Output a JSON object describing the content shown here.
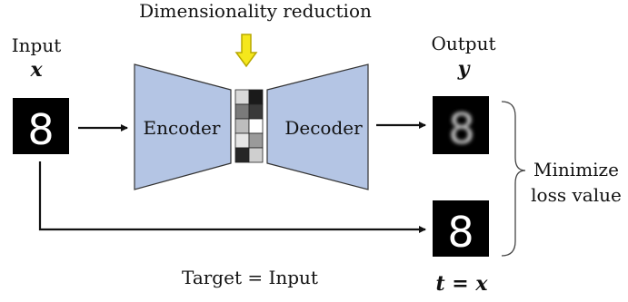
{
  "title": "Dimensionality reduction",
  "input": {
    "label": "Input",
    "symbol": "x",
    "digit": "8"
  },
  "encoder": {
    "label": "Encoder",
    "fill": "#b4c5e4"
  },
  "decoder": {
    "label": "Decoder",
    "fill": "#b4c5e4"
  },
  "output": {
    "label": "Output",
    "symbol": "y",
    "digit": "8"
  },
  "target": {
    "digit": "8",
    "equation": "t = x",
    "caption": "Target = Input"
  },
  "loss": {
    "line1": "Minimize",
    "line2": "loss value"
  },
  "latent_code": {
    "grays": [
      "#d9d9d9",
      "#1a1a1a",
      "#7a7a7a",
      "#3a3a3a",
      "#bdbdbd",
      "#ffffff",
      "#e6e6e6",
      "#9a9a9a",
      "#262626",
      "#cfcfcf"
    ]
  },
  "colors": {
    "arrow_yellow": "#f5e71c",
    "arrow_yellow_outline": "#b8a800"
  }
}
